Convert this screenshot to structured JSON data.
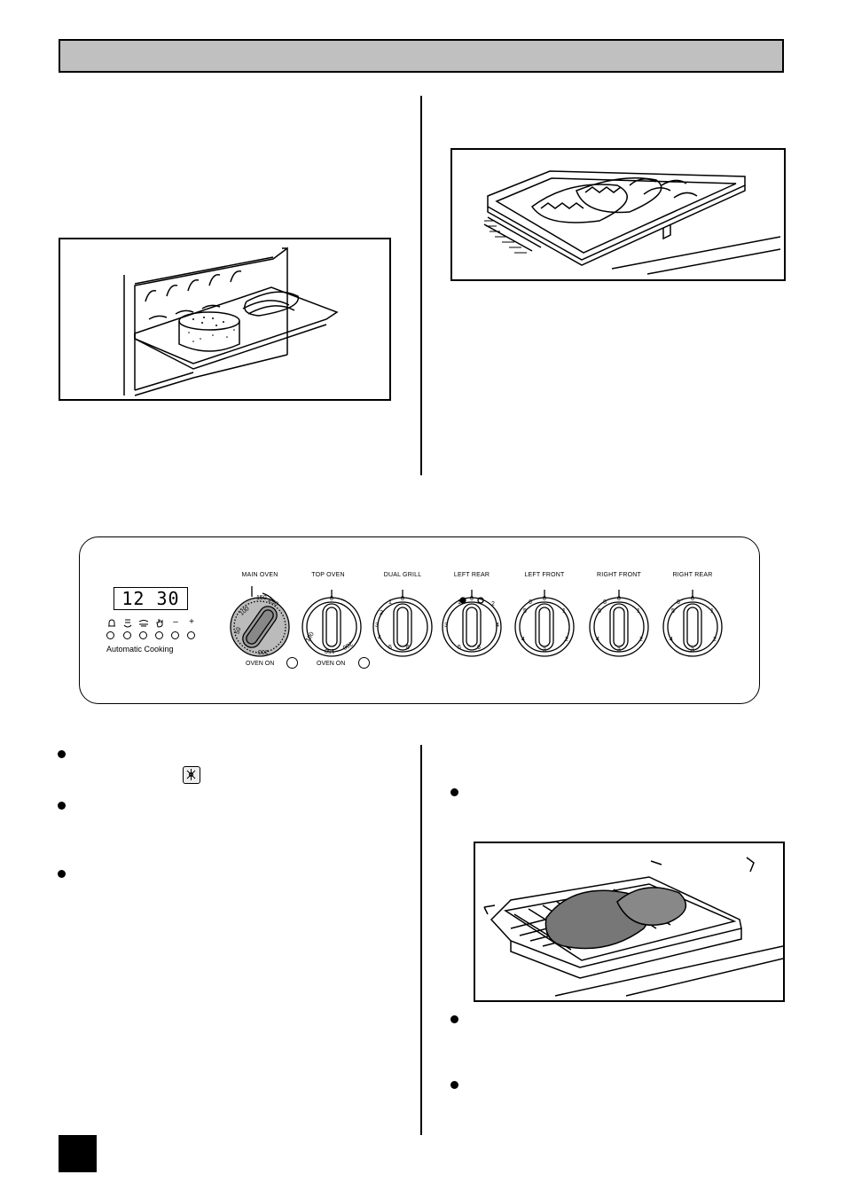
{
  "header": {
    "title": ""
  },
  "control_panel": {
    "clock": "12 30",
    "automatic_cooking_label": "Automatic Cooking",
    "timer_buttons": [
      "bell-icon",
      "cook-time-icon",
      "end-time-icon",
      "manual-hand-icon",
      "–",
      "+"
    ],
    "knobs": [
      {
        "label": "MAIN OVEN",
        "marks": [
          "50",
          "100",
          "150",
          "200",
          "250"
        ]
      },
      {
        "label": "TOP OVEN",
        "marks": [
          "0",
          "100",
          "150",
          "200"
        ]
      },
      {
        "label": "DUAL GRILL",
        "marks": [
          "0",
          "1",
          "2",
          "3",
          "4",
          "5",
          "6"
        ]
      },
      {
        "label": "LEFT REAR",
        "marks": [
          "0",
          "1",
          "2",
          "3",
          "4",
          "5",
          "6"
        ]
      },
      {
        "label": "LEFT FRONT",
        "marks": [
          "0",
          "1",
          "2",
          "3",
          "4",
          "5",
          "6"
        ]
      },
      {
        "label": "RIGHT FRONT",
        "marks": [
          "0",
          "1",
          "2",
          "3",
          "4",
          "5",
          "6"
        ]
      },
      {
        "label": "RIGHT REAR",
        "marks": [
          "0",
          "1",
          "2",
          "3",
          "4",
          "5",
          "6"
        ]
      }
    ],
    "oven_on_labels": [
      "OVEN ON",
      "OVEN ON"
    ]
  },
  "figures": {
    "baking_tray": "baking-tray-illustration",
    "fish_grill_pan": "fish-grill-pan-illustration",
    "meat_grill_pan": "meat-grill-pan-illustration"
  },
  "icons": {
    "inline_symbol": "fan-oven-icon"
  }
}
